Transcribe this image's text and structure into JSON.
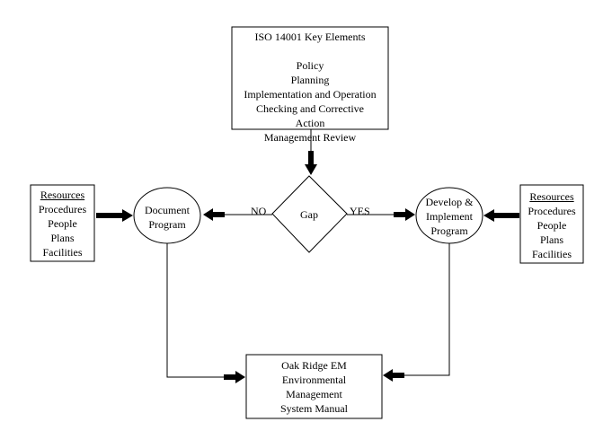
{
  "iso_box": {
    "title": "ISO 14001 Key Elements",
    "items": [
      "Policy",
      "Planning",
      "Implementation and Operation",
      "Checking and Corrective",
      "Action",
      "Management Review"
    ]
  },
  "gap": {
    "label": "Gap",
    "no_label": "NO",
    "yes_label": "YES"
  },
  "document_program": {
    "lines": [
      "Document",
      "Program"
    ]
  },
  "develop_program": {
    "lines": [
      "Develop &",
      "Implement",
      "Program"
    ]
  },
  "resources_left": {
    "title": "Resources",
    "items": [
      "Procedures",
      "People",
      "Plans",
      "Facilities"
    ]
  },
  "resources_right": {
    "title": "Resources",
    "items": [
      "Procedures",
      "People",
      "Plans",
      "Facilities"
    ]
  },
  "manual_box": {
    "lines": [
      "Oak Ridge EM",
      "Environmental",
      "Management",
      "System Manual"
    ]
  }
}
